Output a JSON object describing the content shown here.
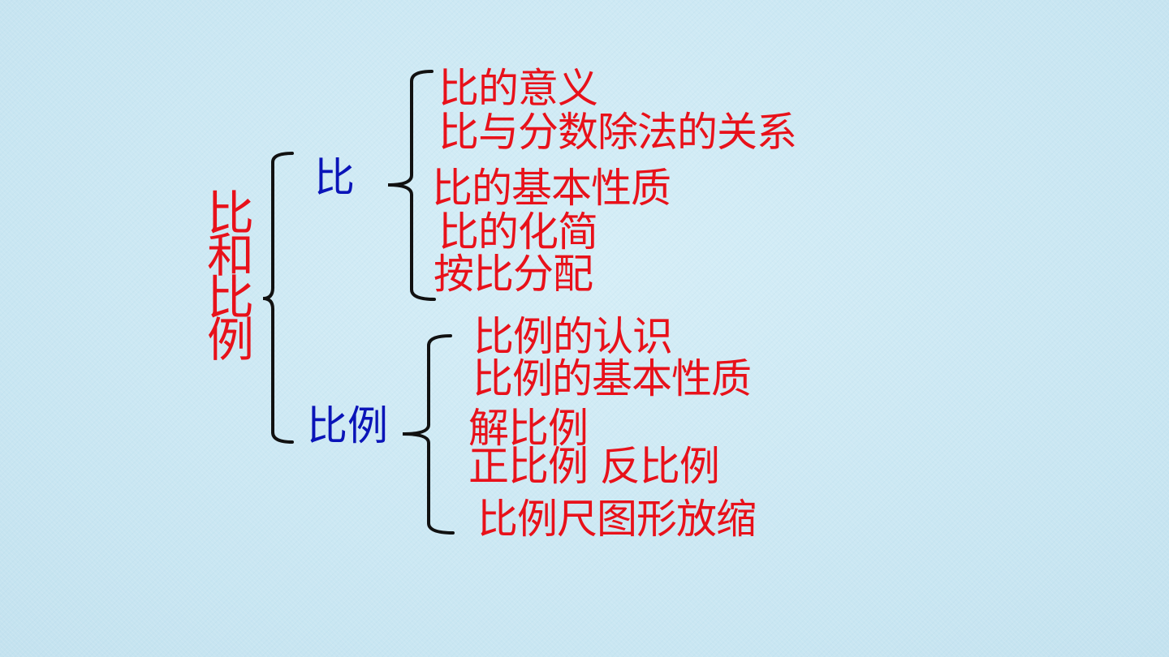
{
  "root": {
    "label": "比和比例"
  },
  "branches": [
    {
      "label": "比",
      "items": [
        "比的意义",
        "比与分数除法的关系",
        "比的基本性质",
        "比的化简",
        "按比分配"
      ]
    },
    {
      "label": "比例",
      "items": [
        "比例的认识",
        "比例的基本性质",
        "解比例",
        "正比例 反比例",
        "比例尺图形放缩"
      ]
    }
  ],
  "colors": {
    "background": "#cde9f4",
    "root_text": "#e8111a",
    "branch_text": "#0a14b8",
    "leaf_text": "#e8111a",
    "bracket": "#111111"
  }
}
